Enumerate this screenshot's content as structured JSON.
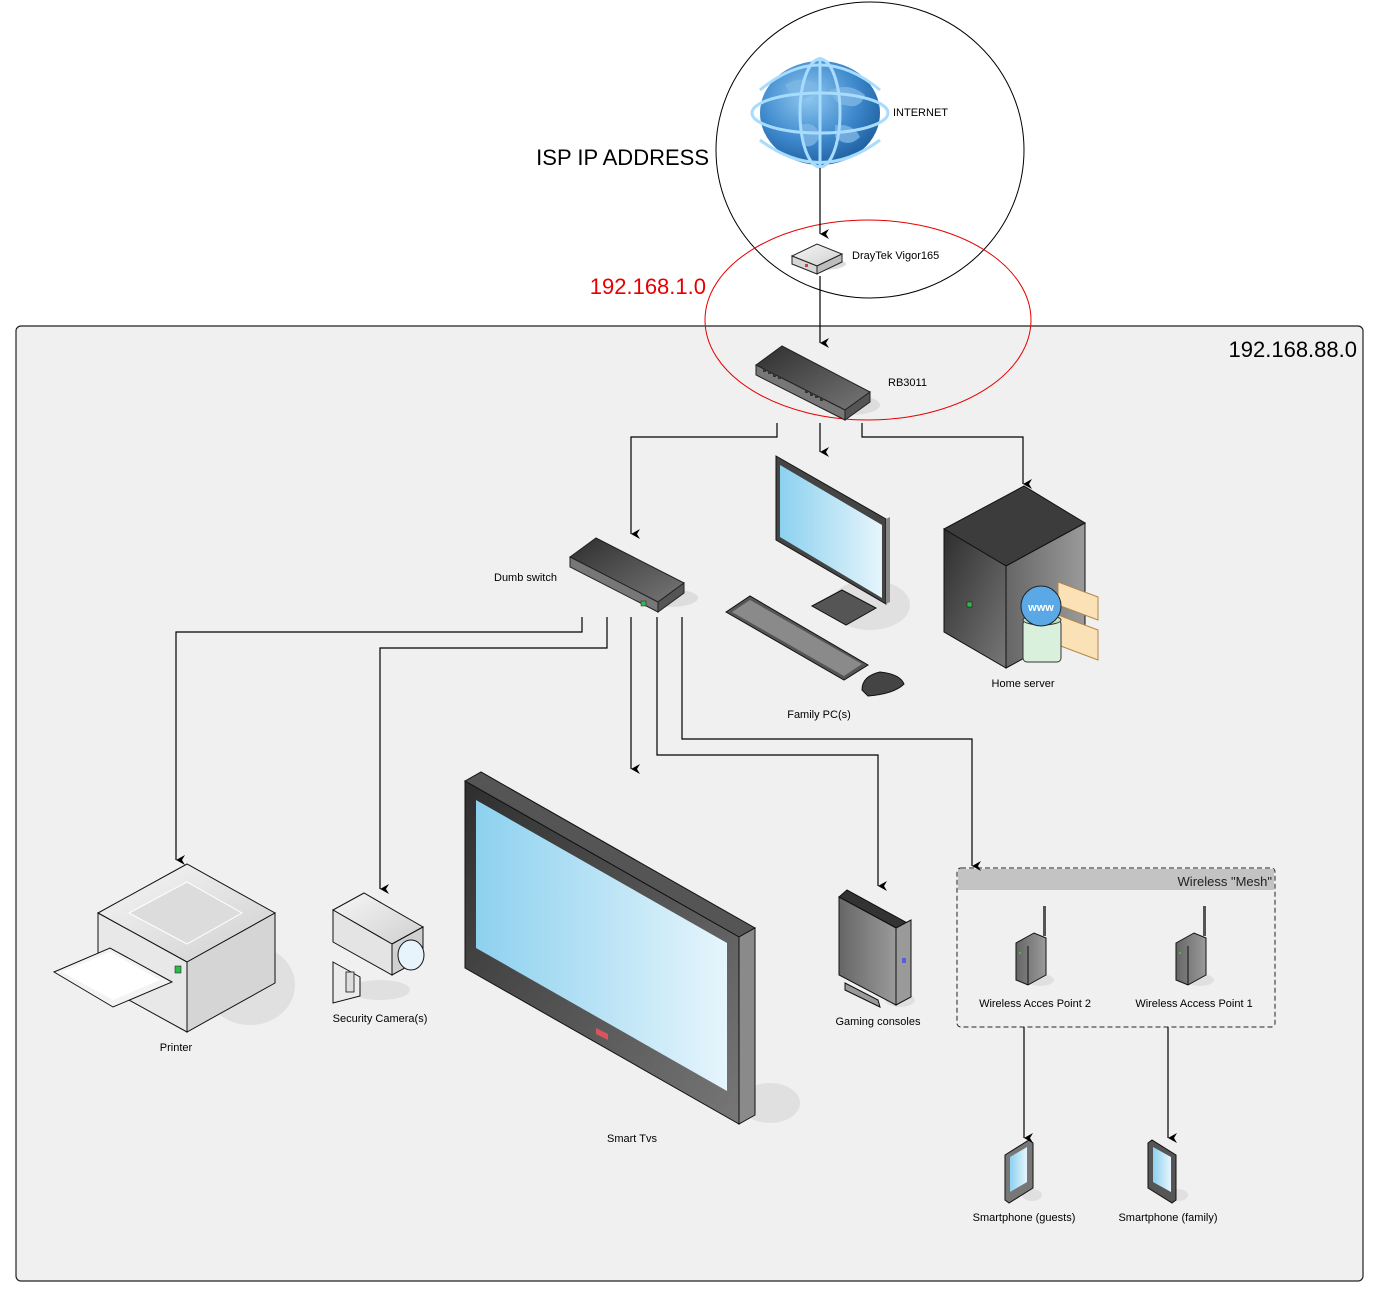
{
  "zones": {
    "isp_label": "ISP IP ADDRESS",
    "wan_subnet": "192.168.1.0",
    "lan_subnet": "192.168.88.0",
    "wan_subnet_color": "#e60000"
  },
  "nodes": {
    "internet": "INTERNET",
    "modem": "DrayTek Vigor165",
    "router": "RB3011",
    "dumb_switch": "Dumb switch",
    "family_pc": "Family PC(s)",
    "home_server": "Home server",
    "printer": "Printer",
    "security_camera": "Security Camera(s)",
    "smart_tv": "Smart Tvs",
    "gaming_console": "Gaming consoles",
    "ap2": "Wireless Acces Point 2",
    "ap1": "Wireless Access Point 1",
    "phone_guests": "Smartphone (guests)",
    "phone_family": "Smartphone (family)"
  },
  "groups": {
    "mesh_title": "Wireless \"Mesh\""
  },
  "connections": [
    {
      "from": "internet",
      "to": "modem"
    },
    {
      "from": "modem",
      "to": "router"
    },
    {
      "from": "router",
      "to": "dumb_switch"
    },
    {
      "from": "router",
      "to": "family_pc"
    },
    {
      "from": "router",
      "to": "home_server"
    },
    {
      "from": "dumb_switch",
      "to": "printer"
    },
    {
      "from": "dumb_switch",
      "to": "security_camera"
    },
    {
      "from": "dumb_switch",
      "to": "smart_tv"
    },
    {
      "from": "dumb_switch",
      "to": "gaming_console"
    },
    {
      "from": "dumb_switch",
      "to": "wireless_mesh"
    },
    {
      "from": "ap2",
      "to": "phone_guests"
    },
    {
      "from": "ap1",
      "to": "phone_family"
    }
  ]
}
